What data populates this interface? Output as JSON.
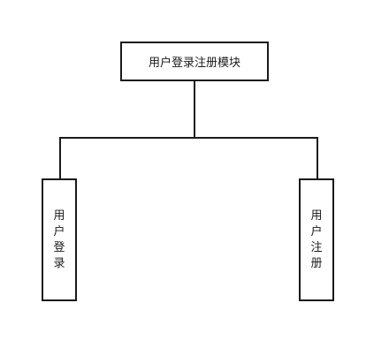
{
  "diagram": {
    "root": {
      "label": "用户登录注册模块"
    },
    "children": [
      {
        "id": "login",
        "label": "用户登录"
      },
      {
        "id": "register",
        "label": "用户注册"
      }
    ]
  }
}
